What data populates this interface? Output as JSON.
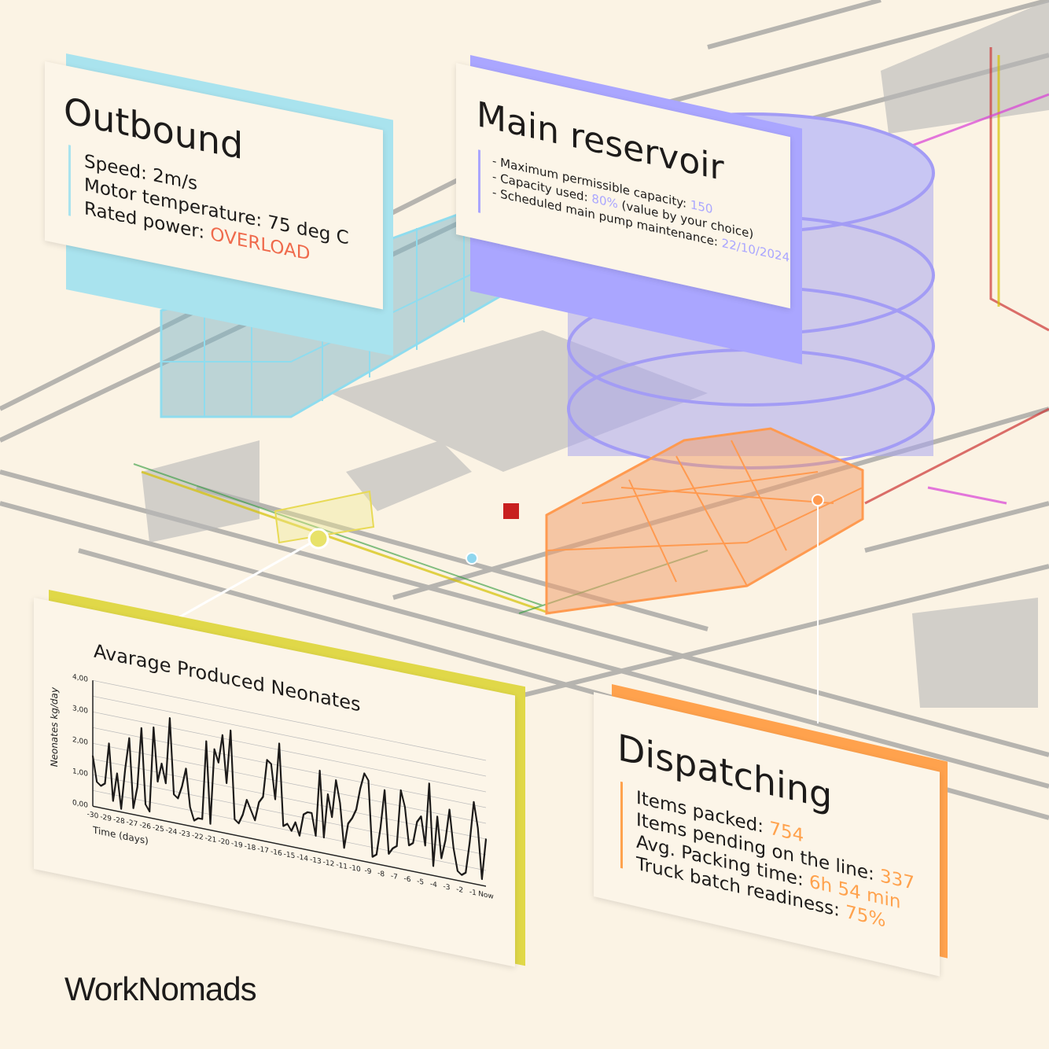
{
  "outbound": {
    "title": "Outbound",
    "speed_label": "Speed: ",
    "speed_value": "2m/s",
    "motor_label": "Motor temperature: ",
    "motor_value": "75 deg C",
    "power_label": "Rated power: ",
    "power_value": "OVERLOAD",
    "accent": "#a9e3ee",
    "alert": "#ef6a4c"
  },
  "reservoir": {
    "title": "Main reservoir",
    "line1_label": "- Maximum permissible capacity: ",
    "line1_value": "150",
    "line2_label": "- Capacity used: ",
    "line2_value": "80%",
    "line2_suffix": " (value by your choice)",
    "line3_label": "- Scheduled main pump maintenance: ",
    "line3_value": "22/10/2024",
    "accent": "#aaa6ff"
  },
  "dispatching": {
    "title": "Dispatching",
    "line1_label": "Items packed: ",
    "line1_value": "754",
    "line2_label": "Items pending on the line: ",
    "line2_value": "337",
    "line3_label": "Avg. Packing time: ",
    "line3_value": "6h 54 min",
    "line4_label": "Truck batch readiness: ",
    "line4_value": "75%",
    "accent": "#ffa24d"
  },
  "chart_data": {
    "type": "line",
    "title": "Avarage Produced Neonates",
    "xlabel": "Time (days)",
    "ylabel": "Neonates kg/day",
    "ylim": [
      0,
      4
    ],
    "yticks": [
      "0,00",
      "1,00",
      "2,00",
      "3,00",
      "4,00"
    ],
    "xticks": [
      "-30",
      "-29",
      "-28",
      "-27",
      "-26",
      "-25",
      "-24",
      "-23",
      "-22",
      "-21",
      "-20",
      "-19",
      "-18",
      "-17",
      "-16",
      "-15",
      "-14",
      "-13",
      "-12",
      "-11",
      "-10",
      "-9",
      "-8",
      "-7",
      "-6",
      "-5",
      "-4",
      "-3",
      "-2",
      "-1",
      "Now"
    ],
    "grid": true,
    "values": [
      1.6,
      0.8,
      0.7,
      0.8,
      2.1,
      0.3,
      1.2,
      0.1,
      1.4,
      2.4,
      0.2,
      0.9,
      2.8,
      0.4,
      0.2,
      2.9,
      1.2,
      1.8,
      1.2,
      3.3,
      0.9,
      0.8,
      1.2,
      1.8,
      0.6,
      0.2,
      0.3,
      0.3,
      2.8,
      0.2,
      2.6,
      2.2,
      3.1,
      1.6,
      3.3,
      0.5,
      0.4,
      0.7,
      1.2,
      0.9,
      0.6,
      1.2,
      1.4,
      2.6,
      2.5,
      1.4,
      3.2,
      0.6,
      0.7,
      0.5,
      0.8,
      0.4,
      1.1,
      1.2,
      1.2,
      0.5,
      2.6,
      0.5,
      1.9,
      1.2,
      2.4,
      1.7,
      0.3,
      1.1,
      1.3,
      1.6,
      2.3,
      2.8,
      2.6,
      0.2,
      0.3,
      1.2,
      2.4,
      0.4,
      0.6,
      0.7,
      2.5,
      2.0,
      0.8,
      0.9,
      1.6,
      1.8,
      0.9,
      2.9,
      0.3,
      1.9,
      0.6,
      1.2,
      2.2,
      1.0,
      0.3,
      0.2,
      0.3,
      1.3,
      2.6,
      1.8,
      0.2,
      1.5
    ],
    "accent": "#e0d848"
  },
  "brand": "WorkNomads"
}
